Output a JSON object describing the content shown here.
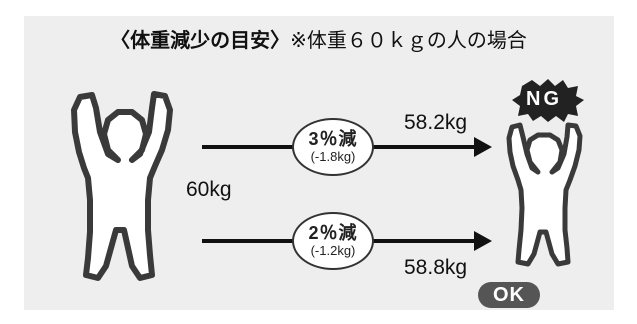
{
  "title": {
    "bold_part": "〈体重減少の目安〉",
    "normal_part": "※体重６０ｋｇの人の場合"
  },
  "start_weight": "60kg",
  "scenarios": [
    {
      "main": "3％減",
      "sub": "(-1.8kg)",
      "result": "58.2kg",
      "badge": "NG"
    },
    {
      "main": "2％減",
      "sub": "(-1.2kg)",
      "result": "58.8kg",
      "badge": "OK"
    }
  ],
  "colors": {
    "panel": "#eeeeee",
    "figure_fill": "#ffffff",
    "figure_outline": "#3a3a3a",
    "burst": "#222222",
    "ok_badge": "#555555"
  }
}
